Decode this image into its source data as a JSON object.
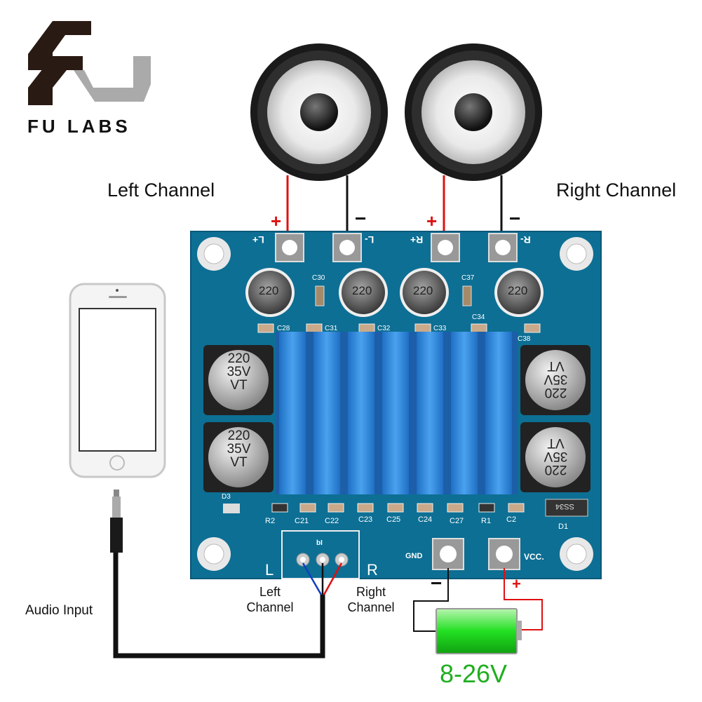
{
  "logo": {
    "text": "FU LABS"
  },
  "labels": {
    "left_channel": "Left Channel",
    "right_channel": "Right Channel",
    "audio_input": "Audio Input",
    "input_left": "Left\nChannel",
    "input_left_1": "Left",
    "input_left_2": "Channel",
    "input_right_1": "Right",
    "input_right_2": "Channel",
    "voltage": "8-26V",
    "plus": "+",
    "minus": "−"
  },
  "board": {
    "speaker_terminals": [
      "L+",
      "L-",
      "R+",
      "R-"
    ],
    "inductor_value": "220",
    "cap_top": [
      "C30",
      "C37"
    ],
    "cap_row": [
      "C28",
      "C31",
      "C32",
      "C33",
      "C34",
      "C38"
    ],
    "electrolytic": {
      "line1": "220",
      "line2": "35V",
      "line3": "VT"
    },
    "bottom_row": [
      "R2",
      "C21",
      "C22",
      "C23",
      "C25",
      "C24",
      "C27",
      "R1",
      "C2"
    ],
    "diode_left": "D3",
    "diode_right": "D1",
    "diode_code": "SS34",
    "input_header": "bI",
    "input_L": "L",
    "input_R": "R",
    "gnd": "GND",
    "vcc": "VCC."
  },
  "colors": {
    "pcb": "#0d6f94",
    "heatsink": "#2f86d8",
    "wire_red": "#e01010",
    "wire_blue": "#1040c0",
    "battery": "#22dd22",
    "voltage_text": "#1fae1f"
  }
}
